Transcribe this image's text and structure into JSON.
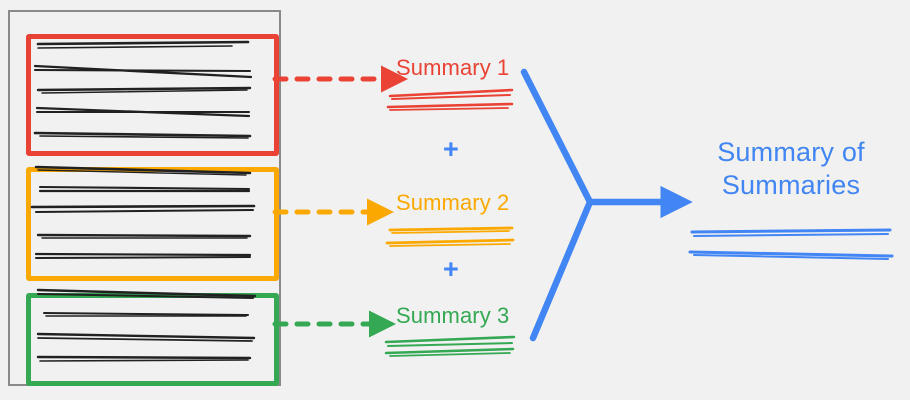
{
  "diagram": {
    "title": "Summary of Summaries pipeline",
    "background_color": "#f1f1f1"
  },
  "document_frame": {
    "name": "source-document-frame",
    "border_color": "#8a8a8a",
    "chunks": [
      {
        "id": "chunk-1",
        "color": "#EA4335",
        "color_name": "red",
        "text_line_count": 5
      },
      {
        "id": "chunk-2",
        "color": "#FBA901",
        "color_name": "yellow",
        "text_line_count": 5
      },
      {
        "id": "chunk-3",
        "color": "#34A853",
        "color_name": "green",
        "text_line_count": 4
      }
    ]
  },
  "arrows": [
    {
      "name": "dashed-arrow-red",
      "color": "#EA4335",
      "style": "dashed"
    },
    {
      "name": "dashed-arrow-yellow",
      "color": "#FBA901",
      "style": "dashed"
    },
    {
      "name": "dashed-arrow-green",
      "color": "#34A853",
      "style": "dashed"
    },
    {
      "name": "merge-arrow-blue",
      "color": "#4285F4",
      "style": "solid"
    }
  ],
  "summaries": [
    {
      "label": "Summary 1",
      "color": "#EA4335",
      "scribble_line_count": 2
    },
    {
      "label": "Summary 2",
      "color": "#FBA901",
      "scribble_line_count": 2
    },
    {
      "label": "Summary 3",
      "color": "#34A853",
      "scribble_line_count": 2
    }
  ],
  "operators": [
    {
      "symbol": "+",
      "color": "#4285F4"
    },
    {
      "symbol": "+",
      "color": "#4285F4"
    }
  ],
  "final_output": {
    "title_line_1": "Summary of",
    "title_line_2": "Summaries",
    "color": "#4285F4",
    "scribble_line_count": 2
  }
}
